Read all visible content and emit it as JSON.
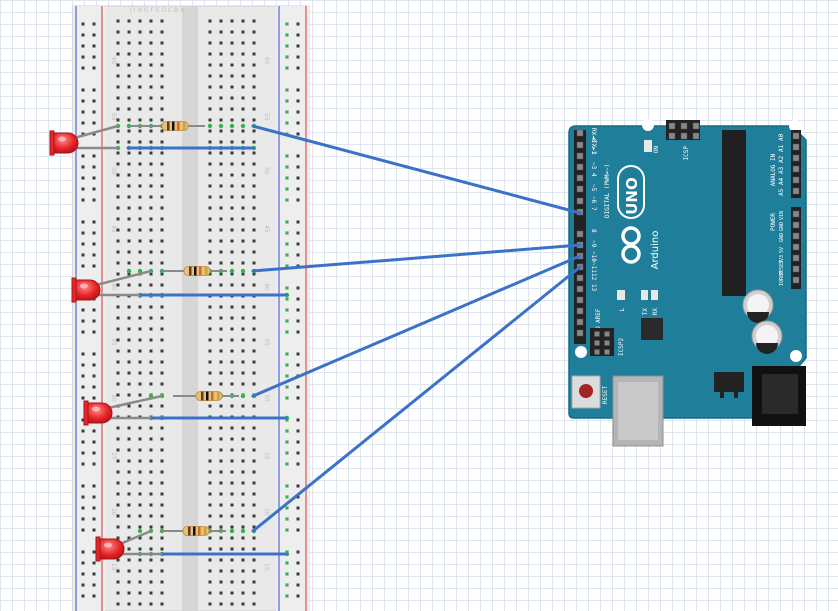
{
  "breadboard": {
    "row_numbers": [
      "60",
      "55",
      "50",
      "45",
      "40",
      "35",
      "30",
      "25",
      "20",
      "15"
    ],
    "column_letters_top": "J I H G F   E D C B A"
  },
  "arduino": {
    "model": "UNO",
    "brand": "Arduino",
    "reset_label": "RESET",
    "icsp_label": "ICSP",
    "icsp2_label": "ICSP2",
    "on_label": "ON",
    "l_label": "L",
    "tx_label": "TX",
    "rx_label": "RX",
    "aref_label": "AREF",
    "gnd_label": "GND",
    "digital_label": "DIGITAL (PWM=~)",
    "analog_label": "ANALOG IN",
    "power_label": "POWER",
    "digital_pins": [
      "RX◄0",
      "TX►1",
      "2",
      "~3",
      "4",
      "~5",
      "~6",
      "7",
      "8",
      "~9",
      "~10",
      "~11",
      "12",
      "13"
    ],
    "analog_pins": [
      "A0",
      "A1",
      "A2",
      "A3",
      "A4",
      "A5"
    ],
    "power_pins": [
      "VIN",
      "GND",
      "GND",
      "5V",
      "3V3",
      "RESET",
      "IOREF"
    ]
  },
  "circuit": {
    "leds": 4,
    "resistors": 4,
    "colors": {
      "wire_blue": "#3a72c9",
      "led_red": "#e8262a",
      "pcb_teal": "#1f7e9a",
      "resistor_body": "#e8c07a",
      "leg_gray": "#8a8a8a",
      "connected_hole": "#2fb54a"
    }
  }
}
